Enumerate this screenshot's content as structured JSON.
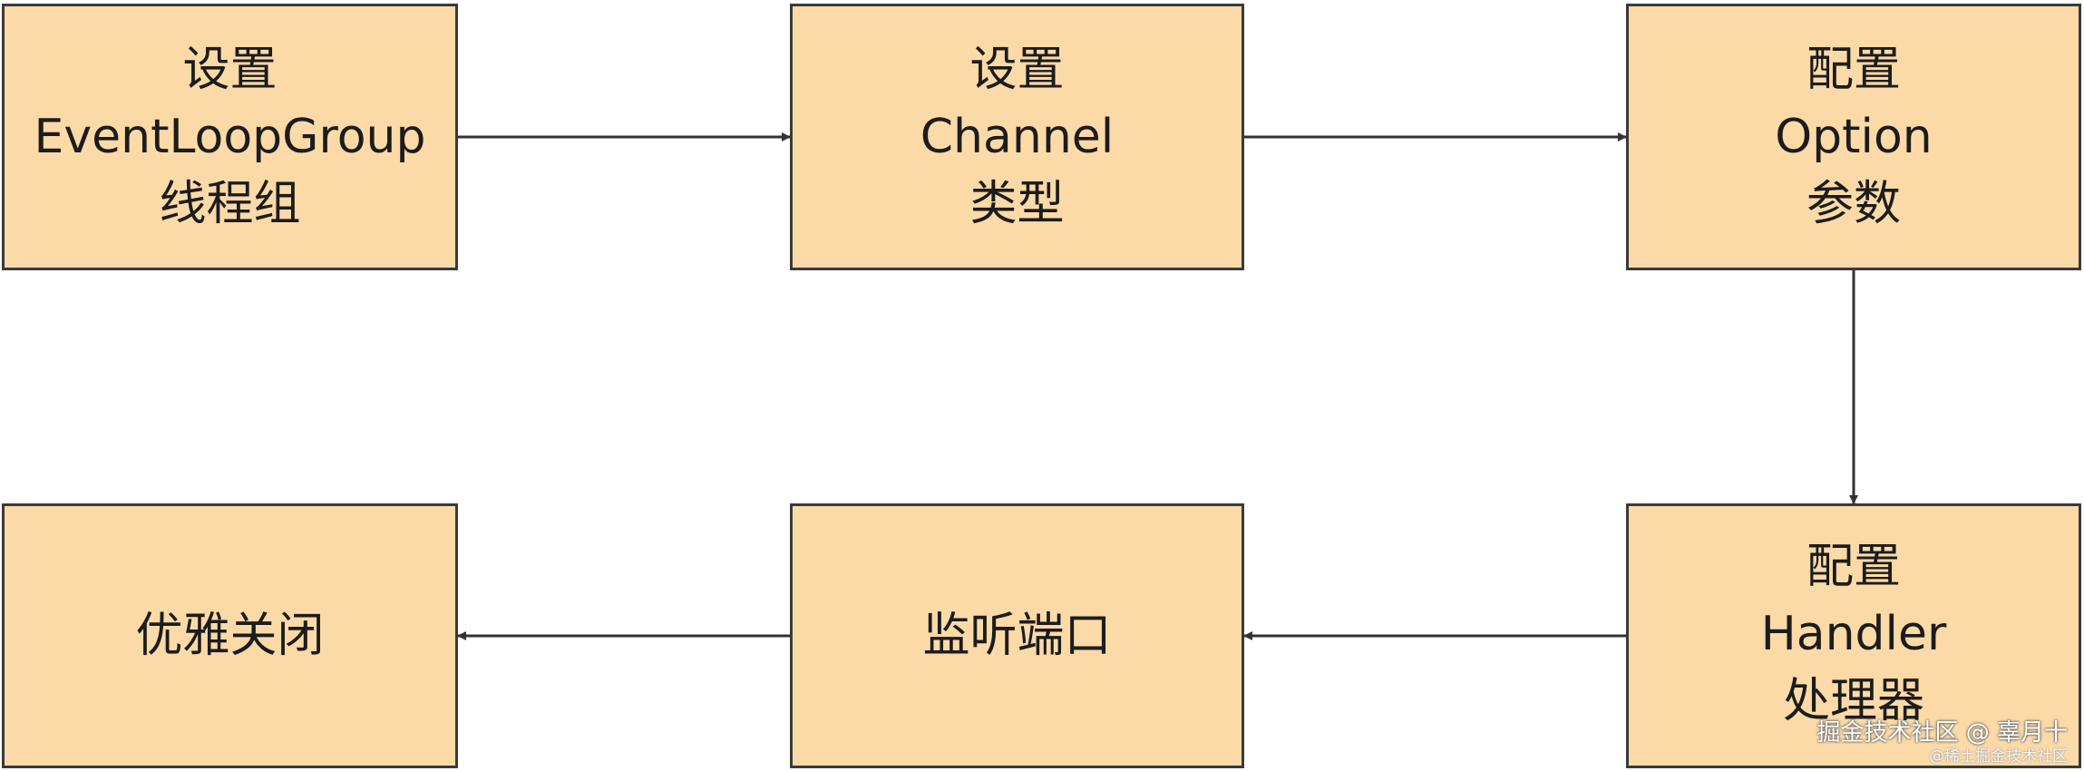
{
  "diagram": {
    "nodes": [
      {
        "id": "n1",
        "lines": [
          "设置",
          "EventLoopGroup",
          "线程组"
        ]
      },
      {
        "id": "n2",
        "lines": [
          "设置",
          "Channel",
          "类型"
        ]
      },
      {
        "id": "n3",
        "lines": [
          "配置",
          "Option",
          "参数"
        ]
      },
      {
        "id": "n4",
        "lines": [
          "配置",
          "Handler",
          "处理器"
        ]
      },
      {
        "id": "n5",
        "lines": [
          "监听端口"
        ]
      },
      {
        "id": "n6",
        "lines": [
          "优雅关闭"
        ]
      }
    ],
    "edges": [
      {
        "from": "n1",
        "to": "n2"
      },
      {
        "from": "n2",
        "to": "n3"
      },
      {
        "from": "n3",
        "to": "n4"
      },
      {
        "from": "n4",
        "to": "n5"
      },
      {
        "from": "n5",
        "to": "n6"
      }
    ],
    "colors": {
      "node_fill": "#fcdaa8",
      "node_border": "#3a3a3a",
      "edge": "#333333"
    }
  },
  "watermark": {
    "main": "掘金技术社区 @ 辜月十",
    "sub": "@稀土掘金技术社区"
  }
}
